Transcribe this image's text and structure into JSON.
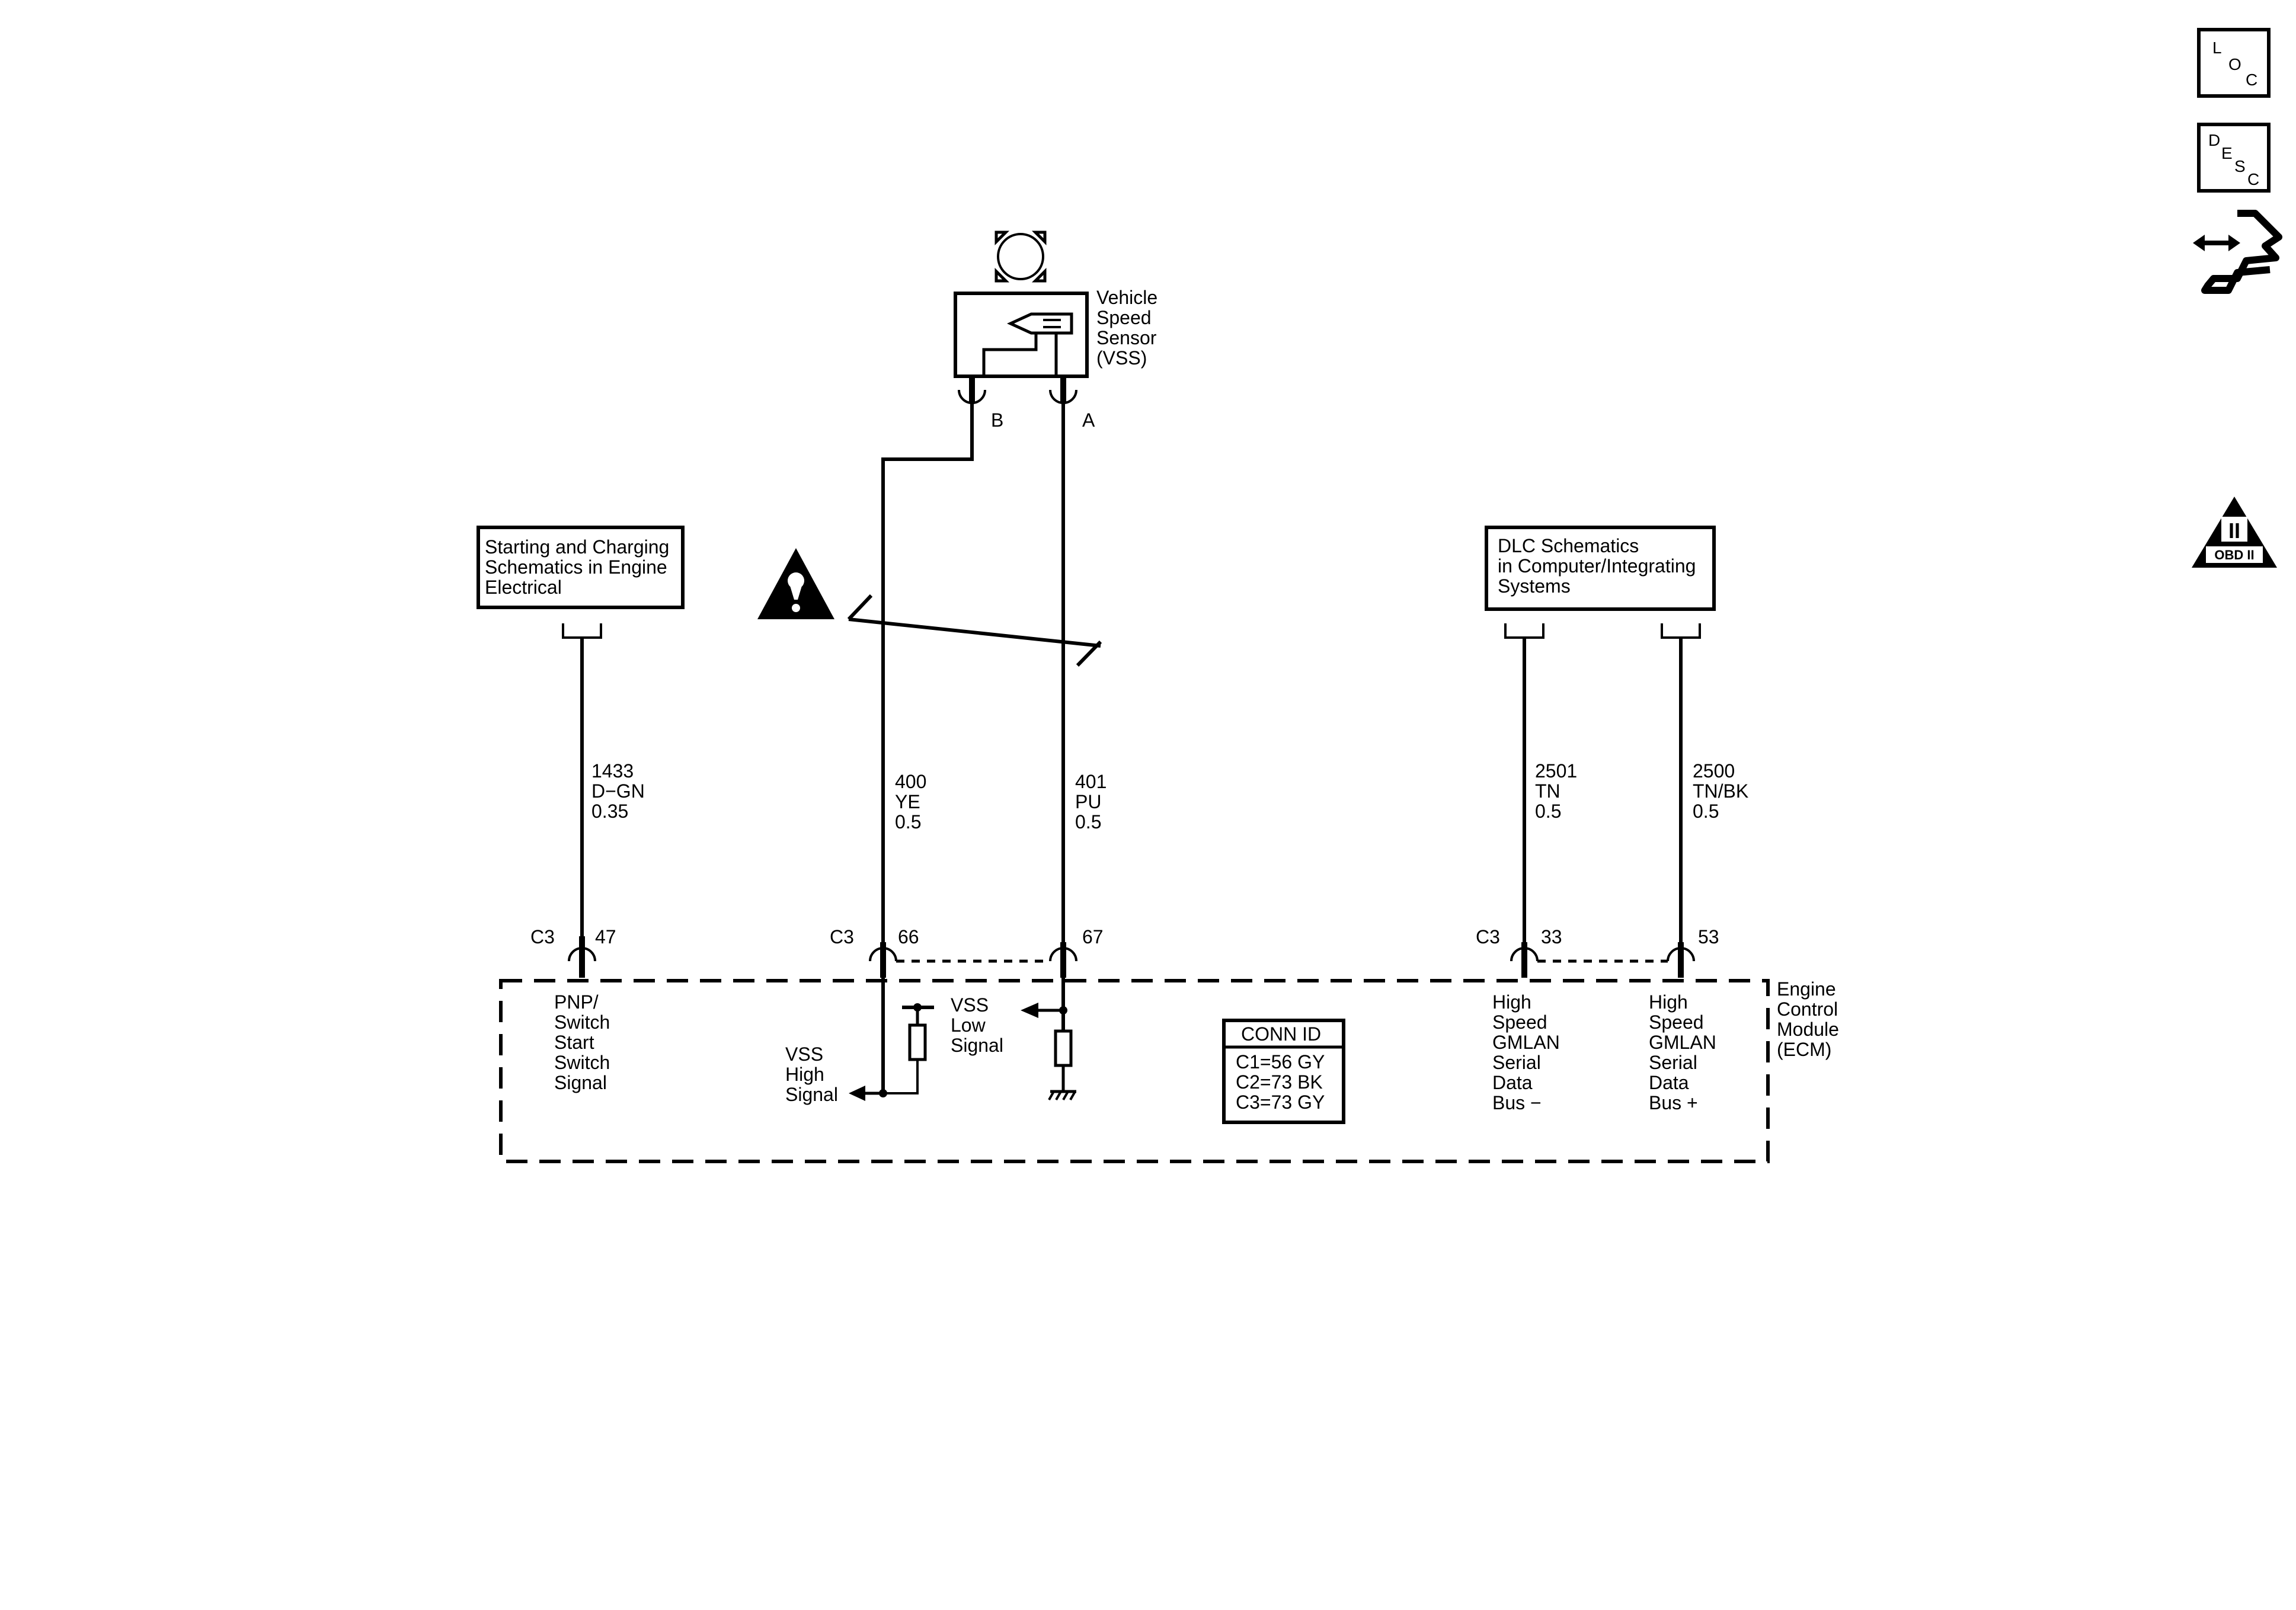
{
  "sensor": {
    "name_lines": [
      "Vehicle",
      "Speed",
      "Sensor",
      "(VSS)"
    ],
    "pin_b": "B",
    "pin_a": "A"
  },
  "ref_boxes": {
    "starting_charging": [
      "Starting and Charging",
      "Schematics in Engine",
      "Electrical"
    ],
    "dlc": [
      "DLC Schematics",
      "in Computer/Integrating",
      "Systems"
    ]
  },
  "wires": [
    {
      "circuit": "1433",
      "color": "D−GN",
      "size": "0.35"
    },
    {
      "circuit": "400",
      "color": "YE",
      "size": "0.5"
    },
    {
      "circuit": "401",
      "color": "PU",
      "size": "0.5"
    },
    {
      "circuit": "2501",
      "color": "TN",
      "size": "0.5"
    },
    {
      "circuit": "2500",
      "color": "TN/BK",
      "size": "0.5"
    }
  ],
  "connectors": [
    {
      "conn": "C3",
      "pin": "47"
    },
    {
      "conn": "C3",
      "pin": "66"
    },
    {
      "pin": "67"
    },
    {
      "conn": "C3",
      "pin": "33"
    },
    {
      "pin": "53"
    }
  ],
  "ecm": {
    "name_lines": [
      "Engine",
      "Control",
      "Module",
      "(ECM)"
    ],
    "pnp_lines": [
      "PNP/",
      "Switch",
      "Start",
      "Switch",
      "Signal"
    ],
    "vss_high_lines": [
      "VSS",
      "High",
      "Signal"
    ],
    "vss_low_lines": [
      "VSS",
      "Low",
      "Signal"
    ],
    "gmlan_minus_lines": [
      "High",
      "Speed",
      "GMLAN",
      "Serial",
      "Data",
      "Bus −"
    ],
    "gmlan_plus_lines": [
      "High",
      "Speed",
      "GMLAN",
      "Serial",
      "Data",
      "Bus +"
    ]
  },
  "conn_id": {
    "title": "CONN ID",
    "rows": [
      "C1=56 GY",
      "C2=73 BK",
      "C3=73 GY"
    ]
  },
  "icons": {
    "loc": [
      "L",
      "O",
      "C"
    ],
    "desc": [
      "D",
      "E",
      "S",
      "C"
    ],
    "obd": {
      "roman": "II",
      "label": "OBD II"
    }
  }
}
